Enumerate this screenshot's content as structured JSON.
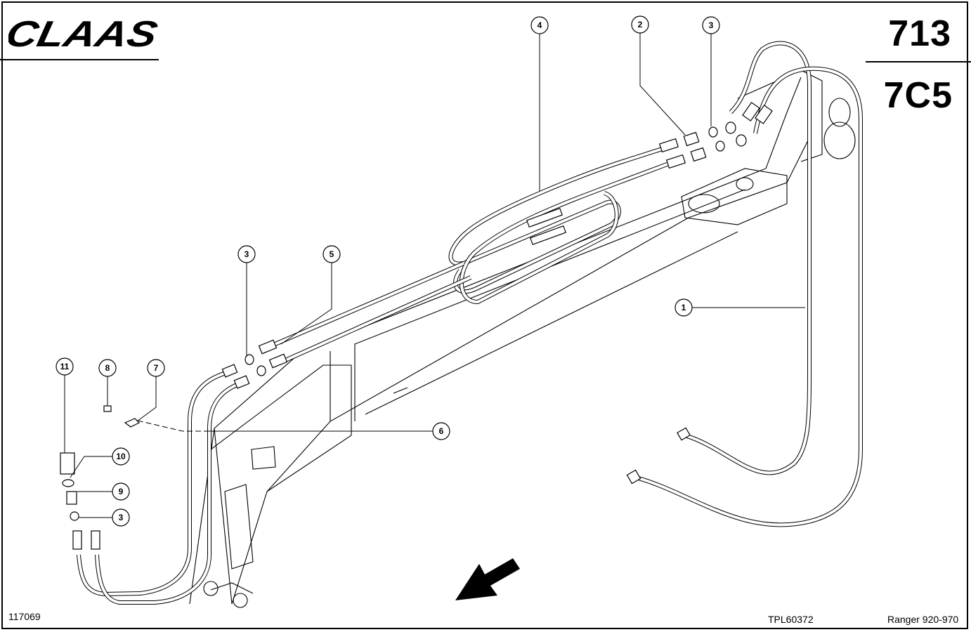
{
  "brand": {
    "logo_text": "CLAAS"
  },
  "header": {
    "sheet_number": "713",
    "group_code": "7C5"
  },
  "footer": {
    "image_number": "117069",
    "drawing_code": "TPL60372",
    "model_range": "Ranger 920-970"
  },
  "callouts": {
    "c1": "1",
    "c2": "2",
    "c3a": "3",
    "c4": "4",
    "c3b": "3",
    "c5": "5",
    "c6": "6",
    "c7": "7",
    "c8": "8",
    "c11": "11",
    "c10": "10",
    "c9": "9",
    "c3c": "3"
  }
}
